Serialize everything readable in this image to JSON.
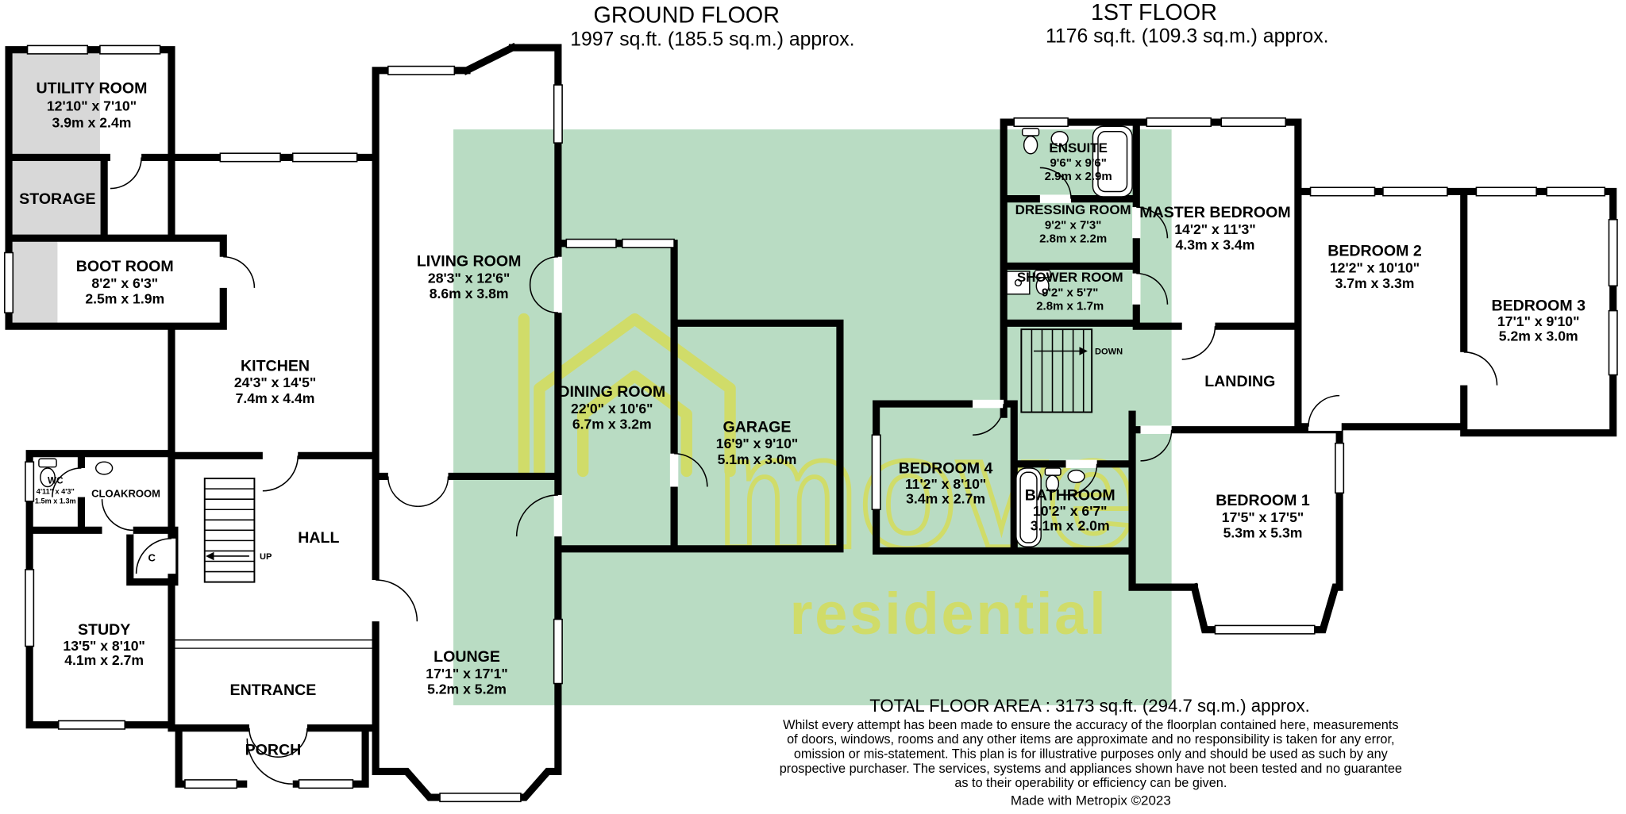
{
  "headers": {
    "ground": {
      "title": "GROUND FLOOR",
      "area": "1997 sq.ft. (185.5 sq.m.) approx."
    },
    "first": {
      "title": "1ST FLOOR",
      "area": "1176 sq.ft. (109.3 sq.m.) approx."
    }
  },
  "rooms": {
    "utility": {
      "name": "UTILITY ROOM",
      "imperial": "12'10\" x 7'10\"",
      "metric": "3.9m x 2.4m"
    },
    "storage": {
      "name": "STORAGE"
    },
    "boot": {
      "name": "BOOT ROOM",
      "imperial": "8'2\" x 6'3\"",
      "metric": "2.5m x 1.9m"
    },
    "kitchen": {
      "name": "KITCHEN",
      "imperial": "24'3\" x 14'5\"",
      "metric": "7.4m x 4.4m"
    },
    "living": {
      "name": "LIVING ROOM",
      "imperial": "28'3\" x 12'6\"",
      "metric": "8.6m x 3.8m"
    },
    "dining": {
      "name": "DINING ROOM",
      "imperial": "22'0\" x 10'6\"",
      "metric": "6.7m x 3.2m"
    },
    "garage": {
      "name": "GARAGE",
      "imperial": "16'9\" x 9'10\"",
      "metric": "5.1m x 3.0m"
    },
    "wc": {
      "name": "WC",
      "imperial": "4'11\" x 4'3\"",
      "metric": "1.5m x 1.3m"
    },
    "cloakroom": {
      "name": "CLOAKROOM"
    },
    "hall": {
      "name": "HALL"
    },
    "cupboard": {
      "name": "C"
    },
    "study": {
      "name": "STUDY",
      "imperial": "13'5\" x 8'10\"",
      "metric": "4.1m x 2.7m"
    },
    "entrance": {
      "name": "ENTRANCE"
    },
    "porch": {
      "name": "PORCH"
    },
    "lounge": {
      "name": "LOUNGE",
      "imperial": "17'1\" x 17'1\"",
      "metric": "5.2m x 5.2m"
    },
    "ensuite": {
      "name": "ENSUITE",
      "imperial": "9'6\" x 9'6\"",
      "metric": "2.9m x 2.9m"
    },
    "dressing": {
      "name": "DRESSING ROOM",
      "imperial": "9'2\" x 7'3\"",
      "metric": "2.8m x 2.2m"
    },
    "master": {
      "name": "MASTER BEDROOM",
      "imperial": "14'2\" x 11'3\"",
      "metric": "4.3m x 3.4m"
    },
    "shower": {
      "name": "SHOWER ROOM",
      "imperial": "9'2\" x 5'7\"",
      "metric": "2.8m x 1.7m"
    },
    "bedroom2": {
      "name": "BEDROOM 2",
      "imperial": "12'2\" x 10'10\"",
      "metric": "3.7m x 3.3m"
    },
    "bedroom3": {
      "name": "BEDROOM 3",
      "imperial": "17'1\" x 9'10\"",
      "metric": "5.2m x 3.0m"
    },
    "landing": {
      "name": "LANDING"
    },
    "bedroom4": {
      "name": "BEDROOM 4",
      "imperial": "11'2\" x 8'10\"",
      "metric": "3.4m x 2.7m"
    },
    "bathroom": {
      "name": "BATHROOM",
      "imperial": "10'2\" x 6'7\"",
      "metric": "3.1m x 2.0m"
    },
    "bedroom1": {
      "name": "BEDROOM 1",
      "imperial": "17'5\" x 17'5\"",
      "metric": "5.3m x 5.3m"
    }
  },
  "stairs": {
    "up": "UP",
    "down": "DOWN"
  },
  "watermark": {
    "brand_word": "move",
    "brand_word2": "residential",
    "panel_color": "#b9dcc3",
    "logo_color": "#d5dc5a"
  },
  "footer": {
    "total": "TOTAL FLOOR AREA : 3173 sq.ft. (294.7 sq.m.) approx.",
    "disclaimer": [
      "Whilst every attempt has been made to ensure the accuracy of the floorplan contained here, measurements",
      "of doors, windows, rooms and any other items are approximate and no responsibility is taken for any error,",
      "omission or mis-statement. This plan is for illustrative purposes only and should be used as such by any",
      "prospective purchaser. The services, systems and appliances shown have not been tested and no guarantee",
      "as to their operability or efficiency can be given."
    ],
    "credit": "Made with Metropix ©2023"
  }
}
